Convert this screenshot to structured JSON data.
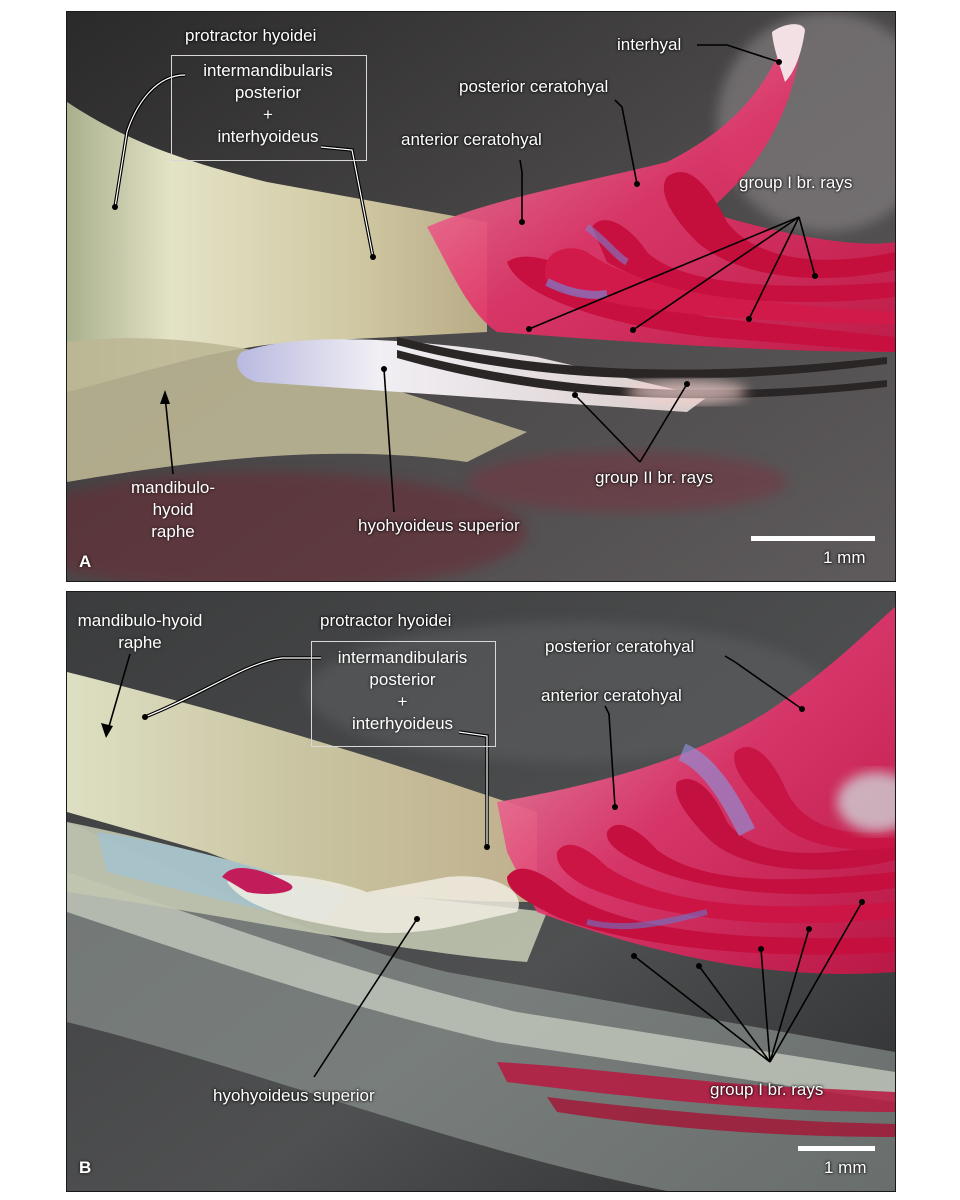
{
  "panel_a": {
    "letter": "A",
    "title": "protractor hyoidei",
    "box_lines": [
      "intermandibularis",
      "posterior",
      "+",
      "interhyoideus"
    ],
    "labels": {
      "interhyal": "interhyal",
      "posterior_ceratohyal": "posterior ceratohyal",
      "anterior_ceratohyal": "anterior ceratohyal",
      "group1": "group I br. rays",
      "group2": "group II br. rays",
      "raphe_line1": "mandibulo-hyoid",
      "raphe_line2": "raphe",
      "hyohyoideus": "hyohyoideus superior"
    },
    "scale": "1 mm"
  },
  "panel_b": {
    "letter": "B",
    "title": "protractor hyoidei",
    "box_lines": [
      "intermandibularis",
      "posterior",
      "+",
      "interhyoideus"
    ],
    "labels": {
      "raphe_line1": "mandibulo-hyoid",
      "raphe_line2": "raphe",
      "posterior_ceratohyal": "posterior ceratohyal",
      "anterior_ceratohyal": "anterior ceratohyal",
      "hyohyoideus": "hyohyoideus superior",
      "group1": "group I br. rays"
    },
    "scale": "1 mm"
  },
  "colors": {
    "muscle": "#c9c4a2",
    "bone_red": "#d8204f",
    "cartilage_blue": "#7f86c8",
    "background": "#3a3d40"
  }
}
